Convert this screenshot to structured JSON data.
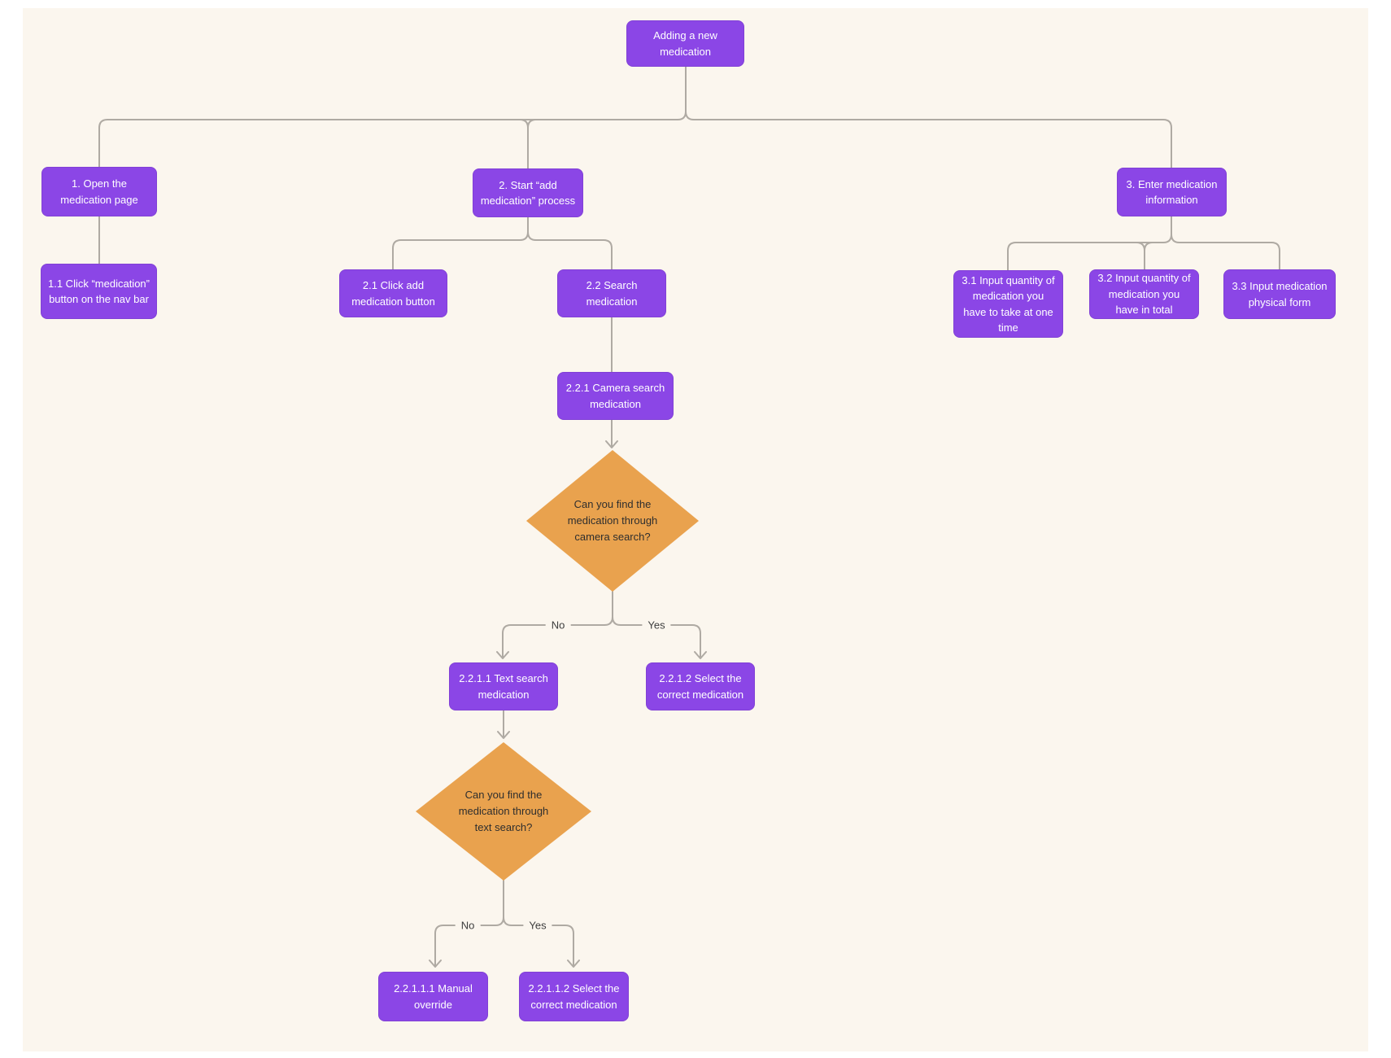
{
  "title": "Adding a new medication flowchart",
  "theme": {
    "page_bg": "#ffffff",
    "canvas_bg": "#fbf6ee",
    "node_fill": "#8b46e6",
    "node_text": "#ffffff",
    "decision_fill": "#e9a24e",
    "decision_text": "#2e2e2e",
    "connector": "#afaaa3",
    "edge_label_text": "#3d3d3d"
  },
  "diagram": {
    "type": "flowchart",
    "nodes": {
      "root": {
        "label": "Adding a new medication"
      },
      "n1": {
        "label": "1. Open the medication page"
      },
      "n1_1": {
        "label": "1.1 Click “medication” button on the nav bar"
      },
      "n2": {
        "label": "2. Start “add medication” process"
      },
      "n2_1": {
        "label": "2.1 Click add medication button"
      },
      "n2_2": {
        "label": "2.2 Search medication"
      },
      "n2_2_1": {
        "label": "2.2.1 Camera search medication"
      },
      "d1": {
        "label": "Can you find the medication through camera search?"
      },
      "n2_2_1_1": {
        "label": "2.2.1.1 Text search medication"
      },
      "n2_2_1_2": {
        "label": "2.2.1.2 Select the correct medication"
      },
      "d2": {
        "label": "Can you find the medication through text search?"
      },
      "n2_2_1_1_1": {
        "label": "2.2.1.1.1 Manual override"
      },
      "n2_2_1_1_2": {
        "label": "2.2.1.1.2 Select the correct medication"
      },
      "n3": {
        "label": "3. Enter medication information"
      },
      "n3_1": {
        "label": "3.1 Input quantity of medication you have to take at one time"
      },
      "n3_2": {
        "label": "3.2 Input quantity of medication you have in total"
      },
      "n3_3": {
        "label": "3.3 Input medication physical form"
      }
    },
    "edge_labels": {
      "d1_no": "No",
      "d1_yes": "Yes",
      "d2_no": "No",
      "d2_yes": "Yes"
    }
  }
}
